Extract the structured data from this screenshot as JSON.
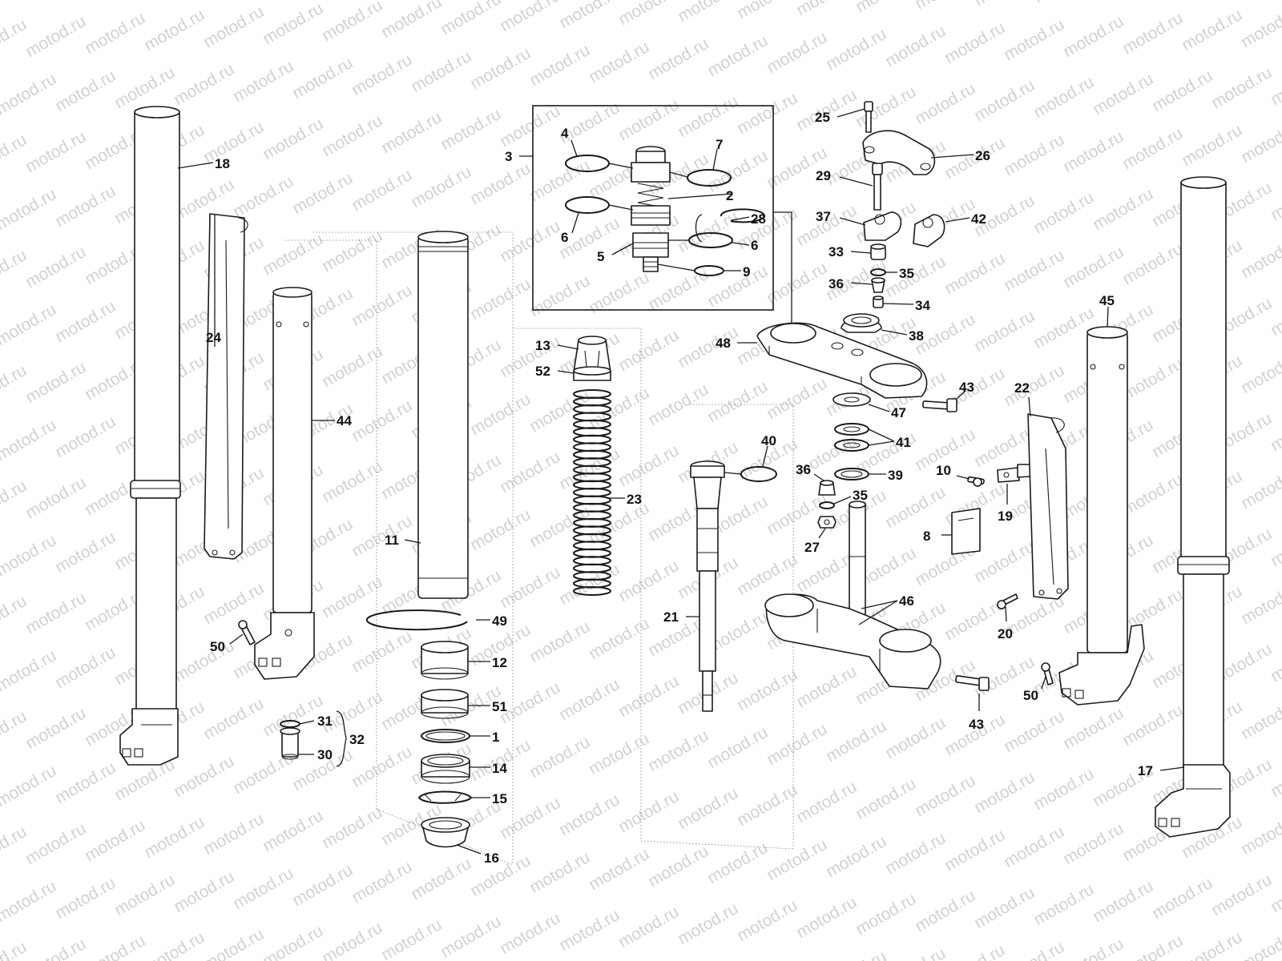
{
  "watermark": {
    "text": "motod.ru"
  },
  "colors": {
    "ink": "#1a1a1a",
    "watermark": "#d2d2d2",
    "background": "#ffffff"
  },
  "callouts": {
    "c1": "1",
    "c2": "2",
    "c3": "3",
    "c4": "4",
    "c5": "5",
    "c6a": "6",
    "c6b": "6",
    "c7": "7",
    "c8": "8",
    "c9": "9",
    "c10": "10",
    "c11": "11",
    "c12": "12",
    "c13": "13",
    "c14": "14",
    "c15": "15",
    "c16": "16",
    "c17": "17",
    "c18": "18",
    "c19": "19",
    "c20": "20",
    "c21": "21",
    "c22": "22",
    "c23": "23",
    "c24": "24",
    "c25": "25",
    "c26": "26",
    "c27": "27",
    "c28": "28",
    "c29": "29",
    "c30": "30",
    "c31": "31",
    "c32": "32",
    "c33": "33",
    "c34": "34",
    "c35a": "35",
    "c35b": "35",
    "c36a": "36",
    "c36b": "36",
    "c37": "37",
    "c38": "38",
    "c39": "39",
    "c40": "40",
    "c41": "41",
    "c42": "42",
    "c43a": "43",
    "c43b": "43",
    "c44": "44",
    "c45": "45",
    "c46": "46",
    "c47": "47",
    "c48": "48",
    "c49": "49",
    "c50a": "50",
    "c50b": "50",
    "c51": "51",
    "c52": "52"
  }
}
